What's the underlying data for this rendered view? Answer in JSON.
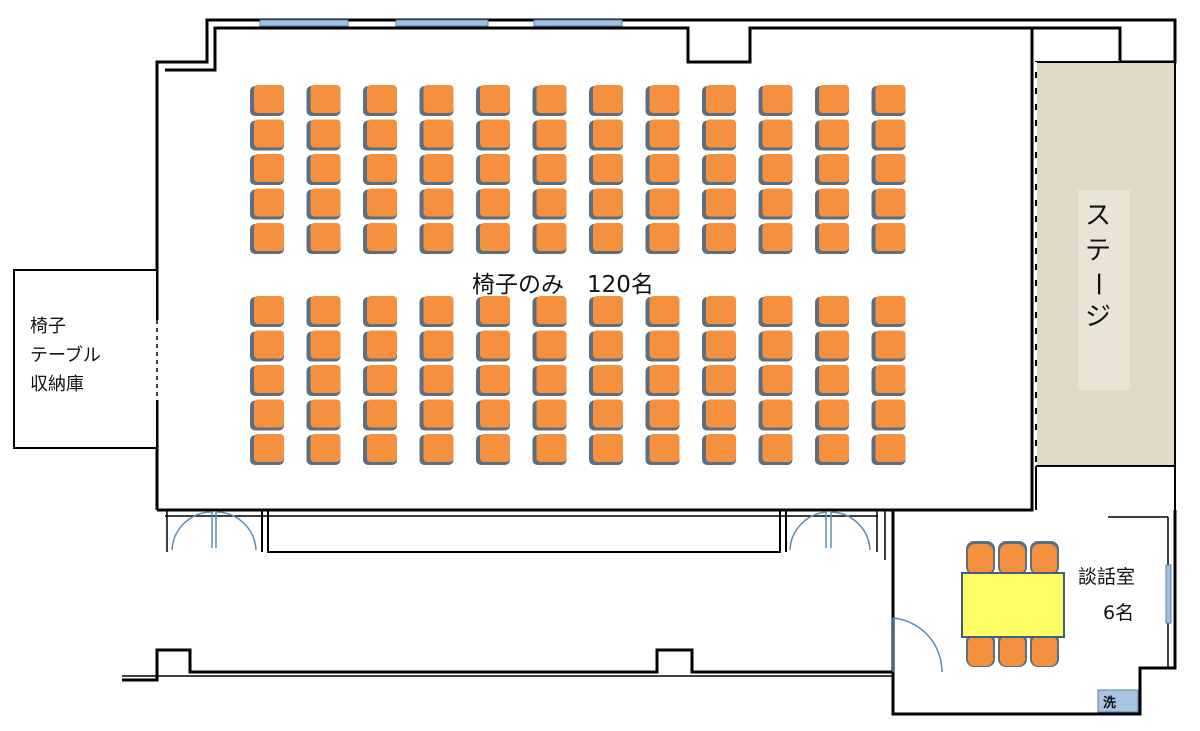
{
  "hall": {
    "label": "椅子のみ　120名",
    "chair_blocks": [
      {
        "name": "front",
        "rows": 5,
        "cols": 12
      },
      {
        "name": "back",
        "rows": 5,
        "cols": 12
      }
    ]
  },
  "storage": {
    "label_lines": [
      "椅子",
      "テーブル",
      "収納庫"
    ]
  },
  "stage": {
    "label_chars": [
      "ス",
      "テ",
      "ー",
      "ジ"
    ]
  },
  "lounge": {
    "name": "談話室",
    "capacity": "6名",
    "chairs_per_side": 3
  },
  "sink": {
    "label": "洗"
  },
  "colors": {
    "chair_seat": "#F5913E",
    "chair_back": "#5C6E82",
    "table": "#FFFF66",
    "stage_fill": "#E0D9C8",
    "window": "#9DC3E6",
    "door_arc": "#5B8BB5"
  }
}
